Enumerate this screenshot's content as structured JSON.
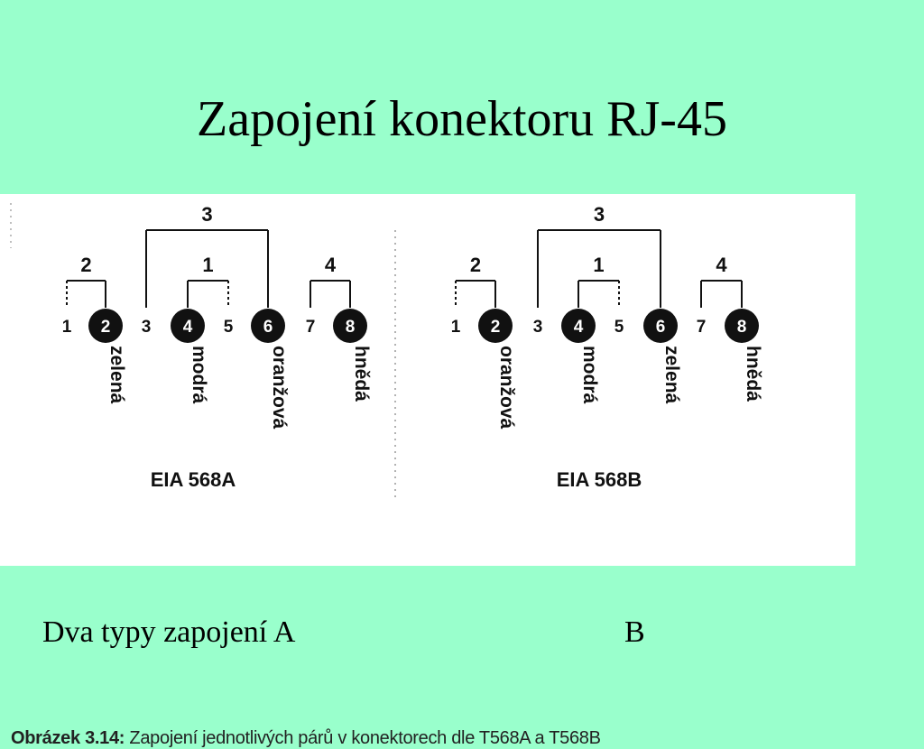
{
  "slide": {
    "title": "Zapojení konektoru RJ-45",
    "bottom_left": "Dva typy zapojení A",
    "bottom_right": "B"
  },
  "figure": {
    "caption_prefix": "Obrázek 3.14:",
    "caption_text": " Zapojení jednotlivých párů v konektorech dle T568A a T568B",
    "panels": [
      {
        "label": "EIA 568A",
        "pins": [
          "1",
          "2",
          "3",
          "4",
          "5",
          "6",
          "7",
          "8"
        ],
        "highlighted_pins": [
          "2",
          "4",
          "6",
          "8"
        ],
        "pin_colors": [
          "zelená",
          "modrá",
          "oranžová",
          "hnědá"
        ],
        "pairs": [
          {
            "label": "2",
            "pins": [
              "1",
              "2"
            ]
          },
          {
            "label": "1",
            "pins": [
              "4",
              "5"
            ]
          },
          {
            "label": "3",
            "pins": [
              "3",
              "6"
            ]
          },
          {
            "label": "4",
            "pins": [
              "7",
              "8"
            ]
          }
        ]
      },
      {
        "label": "EIA 568B",
        "pins": [
          "1",
          "2",
          "3",
          "4",
          "5",
          "6",
          "7",
          "8"
        ],
        "highlighted_pins": [
          "2",
          "4",
          "6",
          "8"
        ],
        "pin_colors": [
          "oranžová",
          "modrá",
          "zelená",
          "hnědá"
        ],
        "pairs": [
          {
            "label": "2",
            "pins": [
              "1",
              "2"
            ]
          },
          {
            "label": "1",
            "pins": [
              "4",
              "5"
            ]
          },
          {
            "label": "3",
            "pins": [
              "3",
              "6"
            ]
          },
          {
            "label": "4",
            "pins": [
              "7",
              "8"
            ]
          }
        ]
      }
    ]
  }
}
